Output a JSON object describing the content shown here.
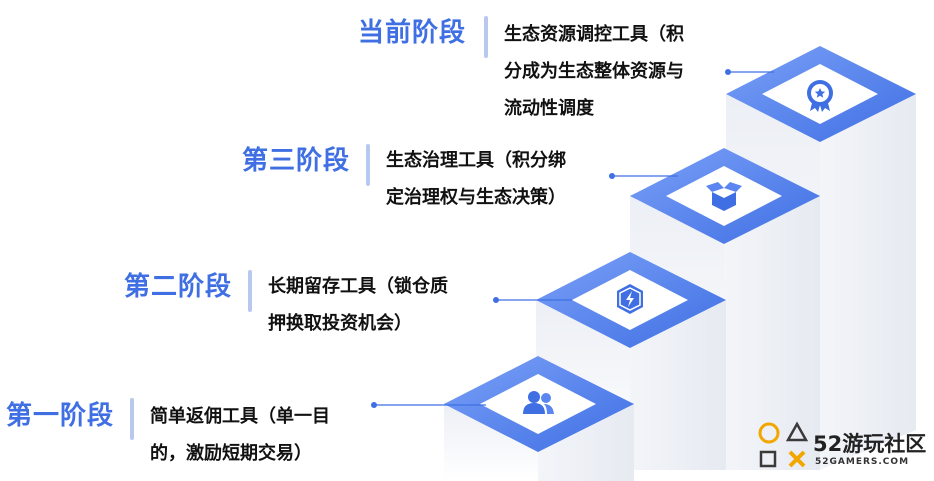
{
  "stages": [
    {
      "title": "当前阶段",
      "lines": [
        "生态资源调控工具（积",
        "分成为生态整体资源与",
        "流动性调度"
      ],
      "icon": "award-badge-icon"
    },
    {
      "title": "第三阶段",
      "lines": [
        "生态治理工具（积分绑",
        "定治理权与生态决策）"
      ],
      "icon": "open-box-icon"
    },
    {
      "title": "第二阶段",
      "lines": [
        "长期留存工具（锁仓质",
        "押换取投资机会）"
      ],
      "icon": "lightning-shield-icon"
    },
    {
      "title": "第一阶段",
      "lines": [
        "简单返佣工具（单一目",
        "的，激励短期交易）"
      ],
      "icon": "users-icon"
    }
  ],
  "watermark": {
    "name": "52游玩社区",
    "url": "52GAMERS.COM"
  },
  "colors": {
    "accent": "#3f6fe3",
    "step_top": "#5b86f2",
    "step_side": "#eef1f6",
    "step_front": "#f7f8fb"
  }
}
